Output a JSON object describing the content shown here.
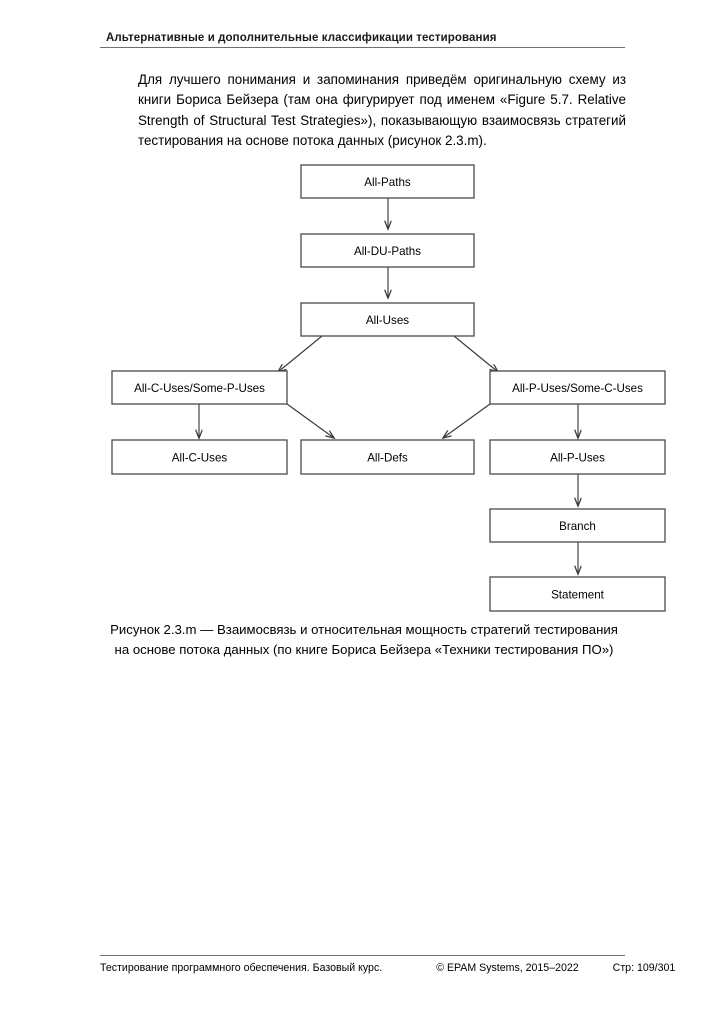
{
  "header": {
    "title": "Альтернативные и дополнительные классификации тестирования"
  },
  "body": {
    "paragraph": "Для лучшего понимания и запоминания приведём оригинальную схему из книги Бориса Бейзера (там она фигурирует под именем «Figure 5.7.  Relative Strength of Structural Test Strategies»), показывающую взаимосвязь стратегий тестирования на основе потока данных (рисунок 2.3.m)."
  },
  "figure": {
    "nodes": [
      {
        "id": "all-paths",
        "label": "All-Paths"
      },
      {
        "id": "all-du-paths",
        "label": "All-DU-Paths"
      },
      {
        "id": "all-uses",
        "label": "All-Uses"
      },
      {
        "id": "all-c-uses-some-p-uses",
        "label": "All-C-Uses/Some-P-Uses"
      },
      {
        "id": "all-p-uses-some-c-uses",
        "label": "All-P-Uses/Some-C-Uses"
      },
      {
        "id": "all-c-uses",
        "label": "All-C-Uses"
      },
      {
        "id": "all-defs",
        "label": "All-Defs"
      },
      {
        "id": "all-p-uses",
        "label": "All-P-Uses"
      },
      {
        "id": "branch",
        "label": "Branch"
      },
      {
        "id": "statement",
        "label": "Statement"
      }
    ],
    "caption_line1": "Рисунок 2.3.m — Взаимосвязь и относительная мощность стратегий тестирования",
    "caption_line2": "на основе потока данных (по книге Бориса Бейзера «Техники тестирования ПО»)"
  },
  "footer": {
    "left": "Тестирование программного обеспечения. Базовый курс.",
    "center": "© EPAM Systems, 2015–2022",
    "right": "Стр: 109/301"
  },
  "colors": {
    "box_stroke": "#4a4a4a",
    "rule": "#6f6f6f",
    "text": "#000000",
    "page_bg": "#ffffff"
  }
}
